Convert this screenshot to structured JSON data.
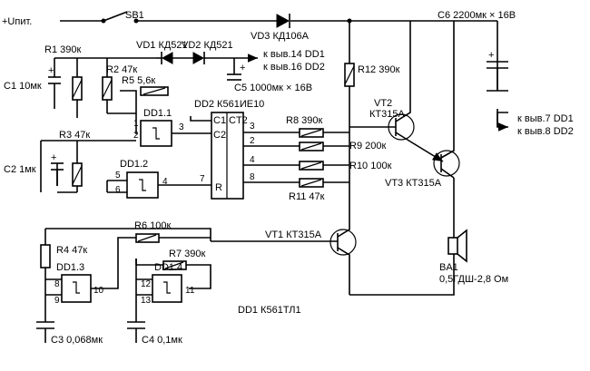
{
  "labels": {
    "power": "+Uпит.",
    "sb1": "SB1",
    "r1": "R1 390к",
    "c1": "C1 10мк",
    "r2": "R2 47к",
    "r3": "R3 47к",
    "c2": "C2 1мк",
    "vd1": "VD1 КД521",
    "vd2": "VD2 КД521",
    "vd3": "VD3 КД106А",
    "r5": "R5 5,6к",
    "c5": "C5 1000мк × 16В",
    "pin14": "к выв.14 DD1",
    "pin16": "к выв.16 DD2",
    "dd2": "DD2 К561ИЕ10",
    "ct2": "CT2",
    "c1pin": "C1",
    "c2pin": "C2",
    "rpin": "R",
    "dd11": "DD1.1",
    "dd12": "DD1.2",
    "dd13": "DD1.3",
    "dd14": "DD1.4",
    "r8": "R8 390к",
    "r9": "R9 200к",
    "r10": "R10 100к",
    "r11": "R11 47к",
    "r12": "R12 390к",
    "c6": "C6 2200мк × 16В",
    "vt2a": "VT2",
    "vt2b": "КТ315А",
    "vt3": "VT3 КТ315А",
    "vt1": "VT1 КТ315А",
    "pin7": "к выв.7 DD1",
    "pin8": "к выв.8 DD2",
    "r4": "R4 47к",
    "r6": "R6 100к",
    "r7": "R7 390к",
    "c3": "C3 0,068мк",
    "c4": "C4 0,1мк",
    "dd1": "DD1 К561ТЛ1",
    "ba1a": "BA1",
    "ba1b": "0,5ГДШ-2,8 Ом"
  },
  "pins": {
    "p1": "1",
    "p2": "2",
    "p3": "3",
    "p4": "4",
    "p5": "5",
    "p6": "6",
    "p7": "7",
    "p8": "8",
    "p9": "9",
    "p10": "10",
    "p11": "11",
    "p12": "12",
    "p13": "13",
    "o1": "1",
    "o2": "2",
    "o3": "3",
    "o4": "4",
    "o5": "5",
    "o6": "6",
    "o7": "7",
    "o8": "8"
  }
}
